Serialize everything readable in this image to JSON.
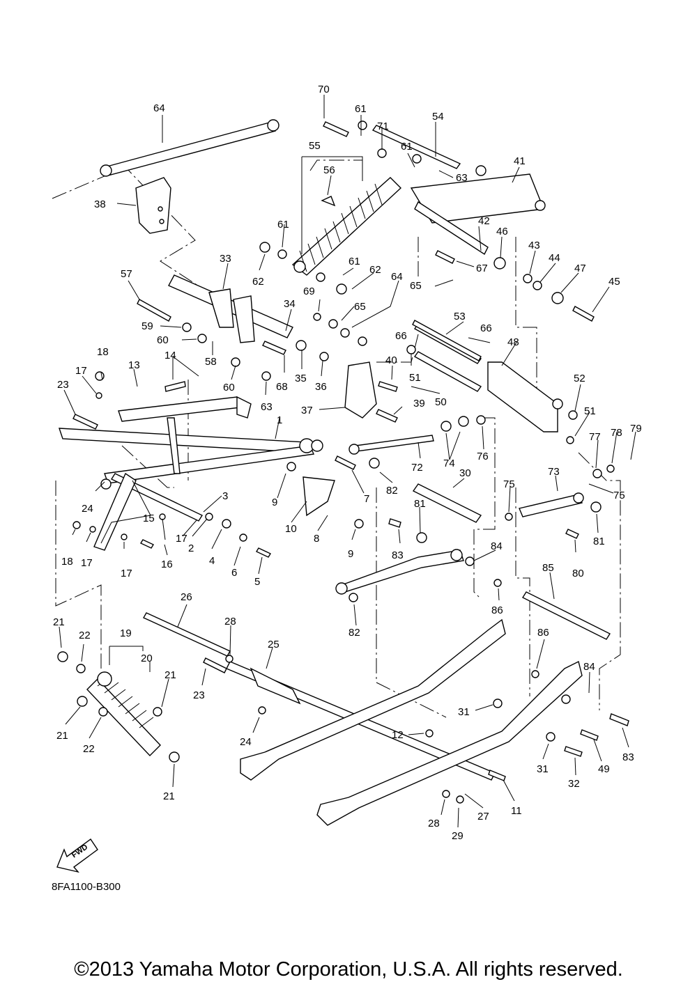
{
  "diagram": {
    "code": "8FA1100-B300",
    "copyright": "©2013 Yamaha Motor Corporation, U.S.A. All rights reserved.",
    "fwd_label": "FWD",
    "callouts": [
      "1",
      "2",
      "3",
      "4",
      "5",
      "6",
      "7",
      "8",
      "9",
      "10",
      "11",
      "12",
      "13",
      "14",
      "15",
      "16",
      "17",
      "18",
      "19",
      "20",
      "21",
      "22",
      "23",
      "24",
      "25",
      "26",
      "27",
      "28",
      "29",
      "30",
      "31",
      "32",
      "33",
      "34",
      "35",
      "36",
      "37",
      "38",
      "39",
      "40",
      "41",
      "42",
      "43",
      "44",
      "45",
      "46",
      "47",
      "48",
      "49",
      "50",
      "51",
      "52",
      "53",
      "54",
      "55",
      "56",
      "57",
      "58",
      "59",
      "60",
      "61",
      "62",
      "63",
      "64",
      "65",
      "66",
      "67",
      "68",
      "69",
      "70",
      "71",
      "72",
      "73",
      "74",
      "75",
      "76",
      "77",
      "78",
      "79",
      "80",
      "81",
      "82",
      "83",
      "84",
      "85",
      "86"
    ]
  }
}
